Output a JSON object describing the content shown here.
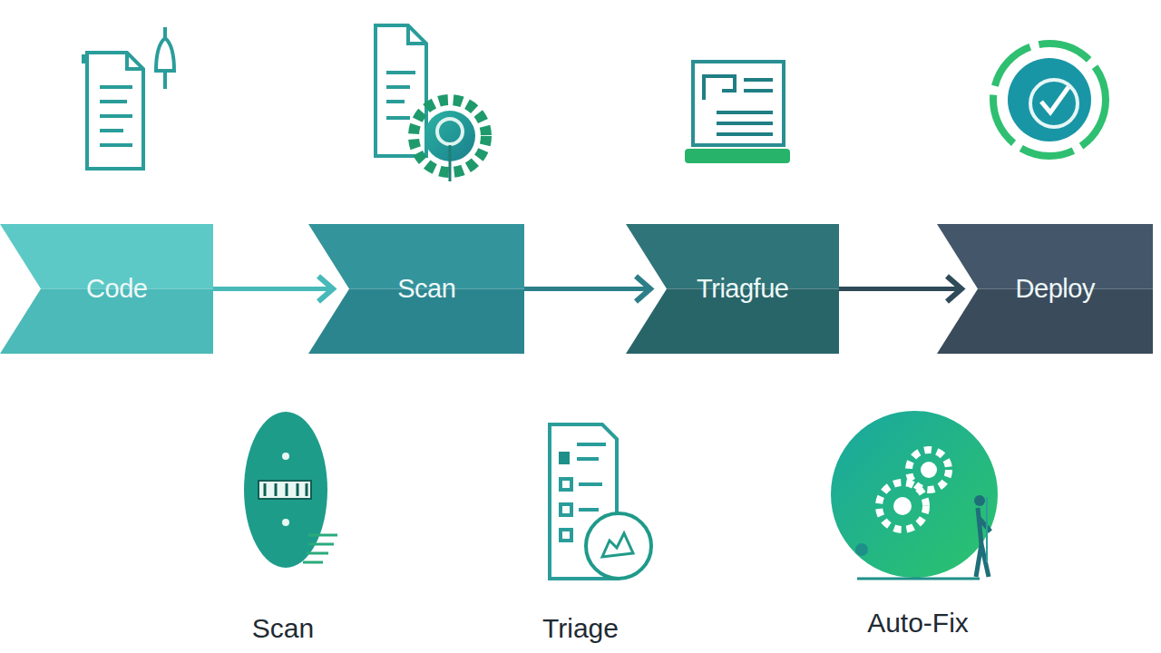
{
  "diagram": {
    "nodes": [
      {
        "text": [
          "Code"
        ]
      },
      {
        "text": [
          "Scan"
        ]
      },
      {
        "text": [
          "Triagfue"
        ]
      },
      {
        "text": [
          "Deploy"
        ]
      }
    ],
    "edges": [
      {
        "from": 0,
        "to": 1,
        "arrow": "to"
      },
      {
        "from": 1,
        "to": 2,
        "arrow": "to"
      },
      {
        "from": 2,
        "to": 3,
        "arrow": "to"
      }
    ],
    "labels": [
      "Scan",
      "Triage",
      "Auto-Fix"
    ]
  }
}
